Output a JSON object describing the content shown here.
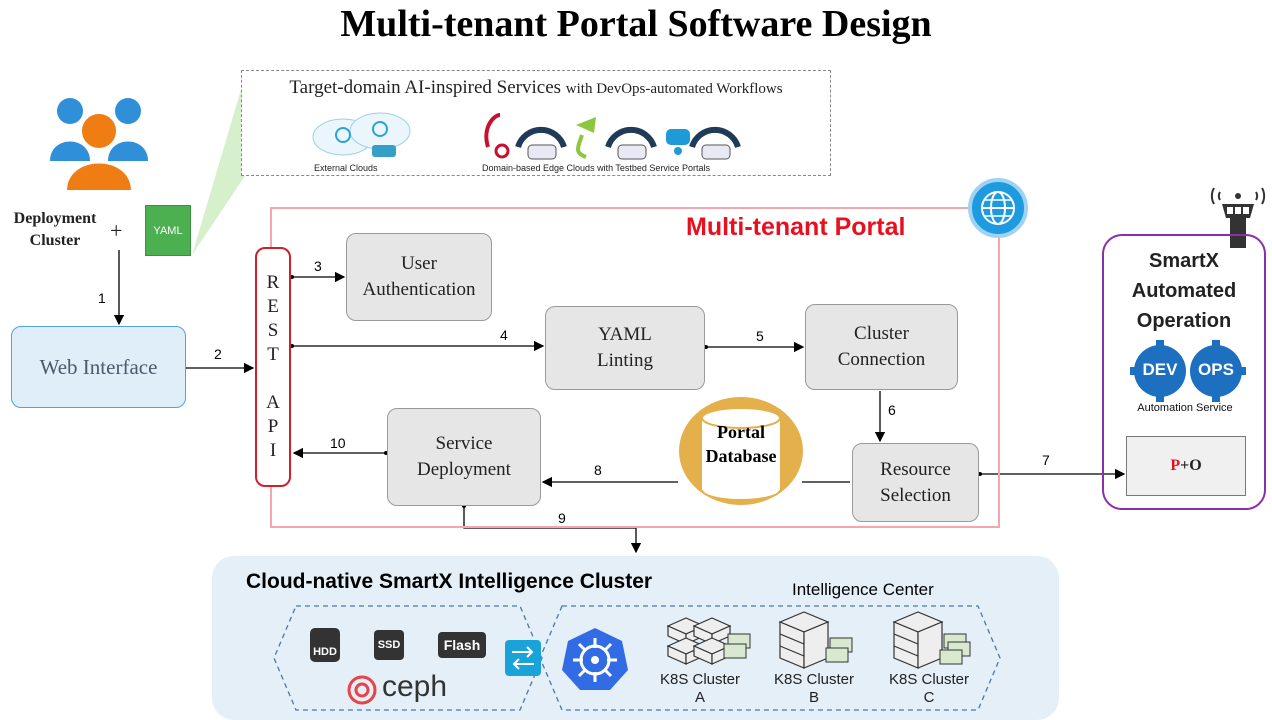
{
  "title": "Multi-tenant Portal Software Design",
  "services": {
    "title_main": "Target-domain AI-inspired Services",
    "title_sub": "with DevOps-automated Workflows",
    "external_clouds": "External Clouds",
    "edge_clouds": "Domain-based Edge Clouds with Testbed Service Portals"
  },
  "user": {
    "deployment_label": "Deployment\nCluster",
    "plus": "+",
    "yaml_file": "YAML"
  },
  "web_interface": "Web Interface",
  "portal": {
    "title": "Multi-tenant Portal",
    "rest_api_letters": [
      "R",
      "E",
      "S",
      "T",
      "",
      "A",
      "P",
      "I"
    ],
    "user_auth": "User\nAuthentication",
    "yaml_linting": "YAML\nLinting",
    "cluster_connection": "Cluster\nConnection",
    "service_deployment": "Service\nDeployment",
    "resource_selection": "Resource\nSelection",
    "database": "Portal\nDatabase"
  },
  "steps": [
    "1",
    "2",
    "3",
    "4",
    "5",
    "6",
    "7",
    "8",
    "9",
    "10"
  ],
  "smartx": {
    "title": "SmartX\nAutomated\nOperation",
    "dev": "DEV",
    "ops": "OPS",
    "automation_service": "Automation Service",
    "p": "P",
    "plus_o": "+O"
  },
  "cluster": {
    "title": "Cloud-native SmartX Intelligence Cluster",
    "intelligence_center": "Intelligence Center",
    "storage": [
      "HDD",
      "SSD",
      "Flash"
    ],
    "ceph": "ceph",
    "k8s": [
      {
        "line1": "K8S Cluster",
        "line2": "A"
      },
      {
        "line1": "K8S Cluster",
        "line2": "B"
      },
      {
        "line1": "K8S Cluster",
        "line2": "C"
      }
    ]
  },
  "colors": {
    "portal_border": "#f4a6ad",
    "portal_title": "#e8101f",
    "rest_border": "#d0202b",
    "web_fill": "#dfeef9",
    "smartx_border": "#8b2fa8",
    "db_gold": "#e3b04b",
    "cluster_bg": "#e5eff8",
    "globe": "#1e9be0",
    "user_blue": "#2f8fd8",
    "user_orange": "#f07c14"
  }
}
